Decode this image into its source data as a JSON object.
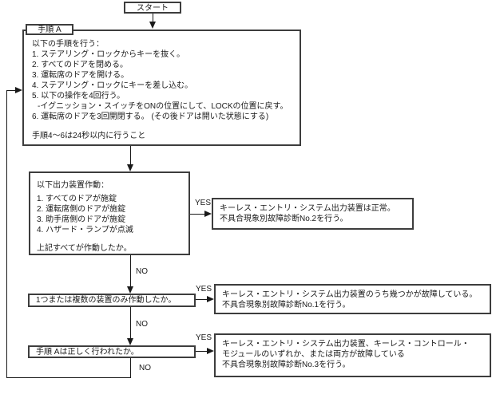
{
  "colors": {
    "background": "#ffffff",
    "border": "#3d3d3d",
    "line": "#1a1a1a",
    "text": "#1a1a1a"
  },
  "flowchart": {
    "start_label": "スタート",
    "branch_labels": {
      "yes": "YES",
      "no": "NO"
    },
    "procedure_a": {
      "tag": "手順 A",
      "heading": "以下の手順を行う：",
      "lines": [
        "1. ステアリング・ロックからキーを抜く。",
        "2. すべてのドアを閉める。",
        "3. 運転席のドアを開ける。",
        "4. ステアリング・ロックにキーを差し込む。",
        "5. 以下の操作を4回行う。",
        "-イグニッション・スイッチをONの位置にして、LOCKの位置に戻す。",
        "6. 運転席のドアを3回開閉する。 (その後ドアは開いた状態にする)"
      ],
      "note": "手順4～6は24秒以内に行うこと"
    },
    "output_check": {
      "heading": "以下出力装置作動：",
      "items": [
        "1. すべてのドアが施錠",
        "2. 運転席側のドアが施錠",
        "3. 助手席側のドアが施錠",
        "4. ハザード・ランプが点滅"
      ],
      "question": "上記すべてが作動したか。"
    },
    "result_normal": {
      "lines": [
        "キーレス・エントリ・システム出力装置は正常。",
        "不具合現象別故障診断No.2を行う。"
      ]
    },
    "decision_partial": {
      "question": "1つまたは複数の装置のみ作動したか。"
    },
    "result_partial": {
      "lines": [
        "キーレス・エントリ・システム出力装置のうち幾つかが故障している。",
        "不具合現象別故障診断No.1を行う。"
      ]
    },
    "decision_procedure": {
      "question": "手順 Aは正しく行われたか。"
    },
    "result_fault": {
      "lines": [
        "キーレス・エントリ・システム出力装置、キーレス・コントロール・",
        "モジュールのいずれか、または両方が故障している",
        "不具合現象別故障診断No.3を行う。"
      ]
    }
  }
}
